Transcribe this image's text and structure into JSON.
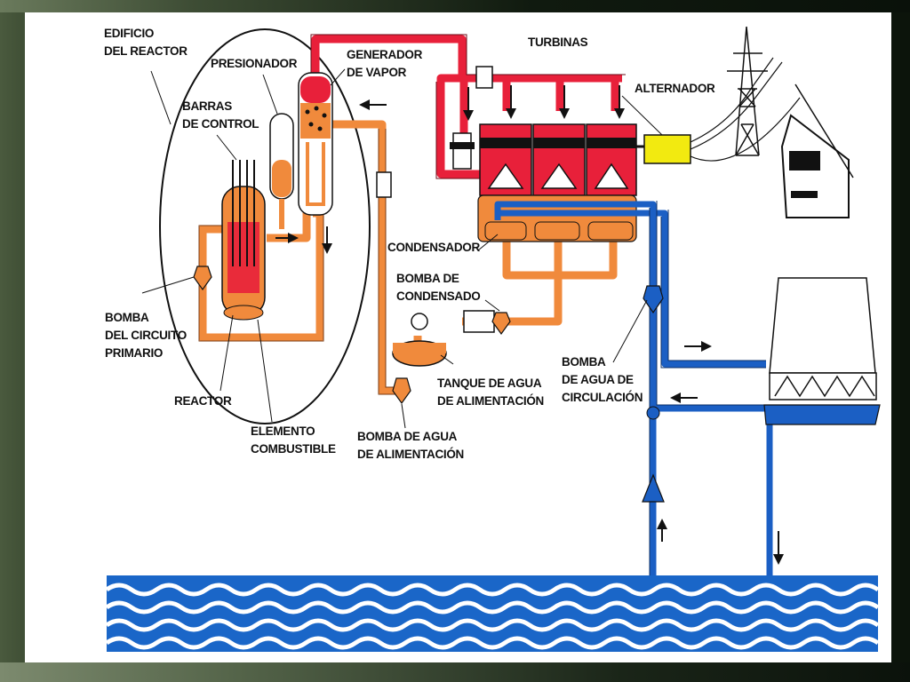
{
  "diagram": {
    "labels": {
      "reactor_building": [
        "EDIFICIO",
        "DEL REACTOR"
      ],
      "pressurizer": [
        "PRESIONADOR"
      ],
      "steam_generator": [
        "GENERADOR",
        "DE VAPOR"
      ],
      "turbines": [
        "TURBINAS"
      ],
      "control_rods": [
        "BARRAS",
        "DE CONTROL"
      ],
      "alternator": [
        "ALTERNADOR"
      ],
      "primary_pump": [
        "BOMBA",
        "DEL CIRCUITO",
        "PRIMARIO"
      ],
      "reactor": [
        "REACTOR"
      ],
      "fuel_element": [
        "ELEMENTO",
        "COMBUSTIBLE"
      ],
      "condenser": [
        "CONDENSADOR"
      ],
      "condensate_pump": [
        "BOMBA DE",
        "CONDENSADO"
      ],
      "feedwater_tank": [
        "TANQUE DE AGUA",
        "DE ALIMENTACIÓN"
      ],
      "feedwater_pump": [
        "BOMBA DE AGUA",
        "DE ALIMENTACIÓN"
      ],
      "circulation_pump": [
        "BOMBA",
        "DE AGUA DE",
        "CIRCULACIÓN"
      ]
    },
    "colors": {
      "steam": "#e8203a",
      "primary_water": "#f08a3c",
      "cooling_water": "#1b5fc4",
      "sea": "#1a66c8",
      "alternator": "#f2ea10",
      "outline": "#111111"
    }
  }
}
